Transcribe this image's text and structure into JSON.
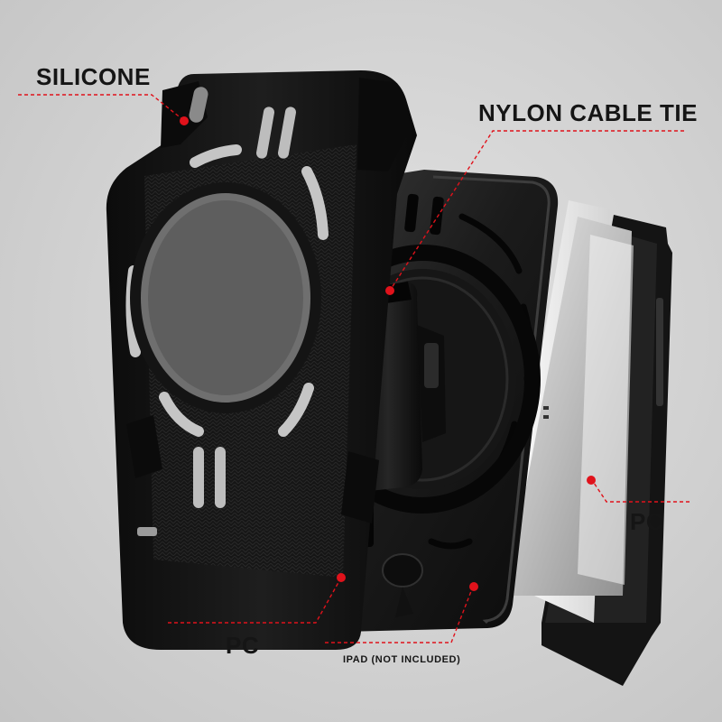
{
  "labels": {
    "silicone": "SILICONE",
    "nylon_cable_tie": "NYLON CABLE TIE",
    "pc_right": "PC",
    "pc_left": "PC",
    "ipad": "IPAD  (NOT INCLUDED)"
  },
  "colors": {
    "background": "#cfcfcf",
    "case_black": "#111111",
    "accent_red": "#e0121b",
    "label_text": "#151515",
    "tablet_white": "#f2f2f2"
  }
}
